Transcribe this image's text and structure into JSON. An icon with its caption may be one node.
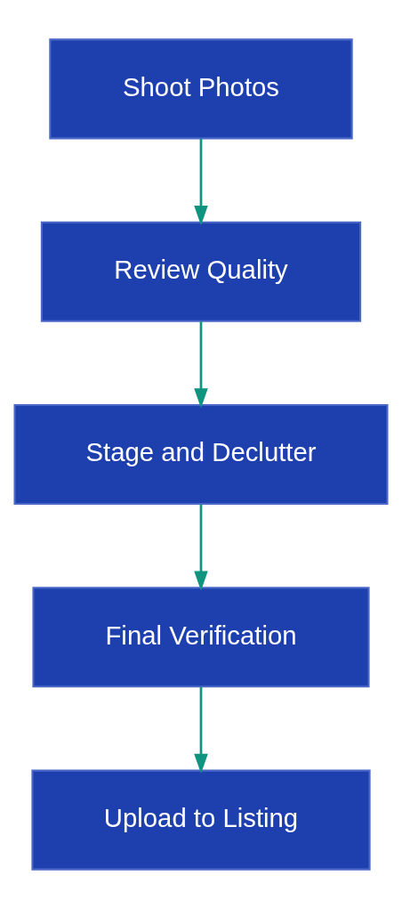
{
  "diagram": {
    "nodes": [
      {
        "text": [
          "Shoot Photos"
        ]
      },
      {
        "text": [
          "Review Quality"
        ]
      },
      {
        "text": [
          "Stage and Declutter"
        ]
      },
      {
        "text": [
          "Final Verification"
        ]
      },
      {
        "text": [
          "Upload to Listing"
        ]
      }
    ],
    "edges": [
      {
        "from": 0,
        "to": 1,
        "arrow": "to"
      },
      {
        "from": 1,
        "to": 2,
        "arrow": "to"
      },
      {
        "from": 2,
        "to": 3,
        "arrow": "to"
      },
      {
        "from": 3,
        "to": 4,
        "arrow": "to"
      }
    ]
  }
}
